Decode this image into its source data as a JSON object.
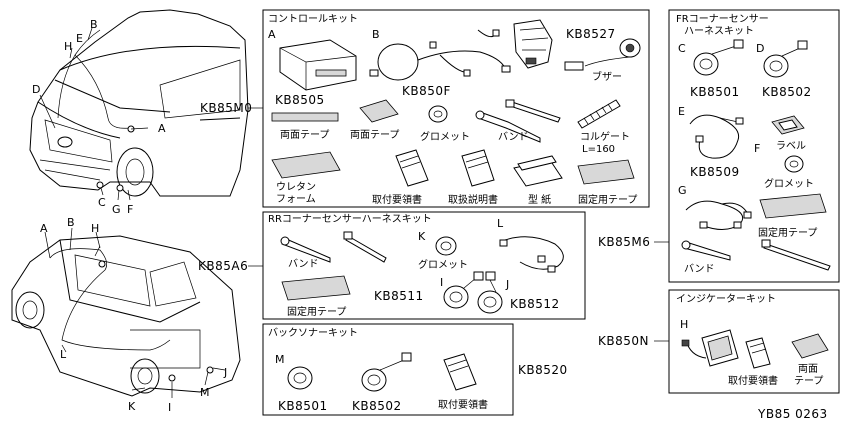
{
  "kits": {
    "control": {
      "code": "KB85M0",
      "title": "コントロールキット",
      "items": {
        "A": {
          "letter": "A",
          "code": "KB8505"
        },
        "B": {
          "letter": "B",
          "code": "KB850F"
        },
        "buzzer": {
          "code": "KB8527",
          "label": "ブザー"
        },
        "tape1": "両面テープ",
        "tape2": "両面テープ",
        "grommet": "グロメット",
        "band": "バンド",
        "corrugate1": "コルゲート",
        "corrugate2": "L=160",
        "urethane1": "ウレタン",
        "urethane2": "フォーム",
        "install_manual": "取付要領書",
        "owner_manual": "取扱説明書",
        "template": "型 紙",
        "fix_tape": "固定用テープ"
      }
    },
    "rr": {
      "code": "KB85A6",
      "title": "RRコーナーセンサーハーネスキット",
      "items": {
        "band": "バンド",
        "fix_tape": "固定用テープ",
        "K": {
          "letter": "K",
          "label": "グロメット"
        },
        "L": {
          "letter": "L"
        },
        "I": {
          "letter": "I",
          "code": "KB8511"
        },
        "J": {
          "letter": "J",
          "code": "KB8512"
        }
      }
    },
    "back": {
      "code": "KB8520",
      "title": "バックソナーキット",
      "items": {
        "M": {
          "letter": "M",
          "code": "KB8501"
        },
        "M2": {
          "code": "KB8502"
        },
        "manual": "取付要領書"
      }
    },
    "fr": {
      "code": "KB85M6",
      "title1": "FRコーナーセンサー",
      "title2": "ハーネスキット",
      "items": {
        "C": {
          "letter": "C",
          "code": "KB8501"
        },
        "D": {
          "letter": "D",
          "code": "KB8502"
        },
        "E": {
          "letter": "E",
          "code": "KB8509"
        },
        "label": "ラベル",
        "F": {
          "letter": "F",
          "label": "グロメット"
        },
        "G": {
          "letter": "G"
        },
        "fix_tape": "固定用テープ",
        "band": "バンド"
      }
    },
    "indicator": {
      "code": "KB850N",
      "title": "インジケーターキット",
      "items": {
        "H": {
          "letter": "H"
        },
        "manual": "取付要領書",
        "tape1": "両面",
        "tape2": "テープ"
      }
    }
  },
  "cars": {
    "front": {
      "labels": [
        "H",
        "E",
        "B",
        "D",
        "A",
        "C",
        "G",
        "F"
      ]
    },
    "rear": {
      "labels": [
        "A",
        "B",
        "H",
        "L",
        "K",
        "I",
        "M",
        "J"
      ]
    }
  },
  "footer": "YB85 0263"
}
